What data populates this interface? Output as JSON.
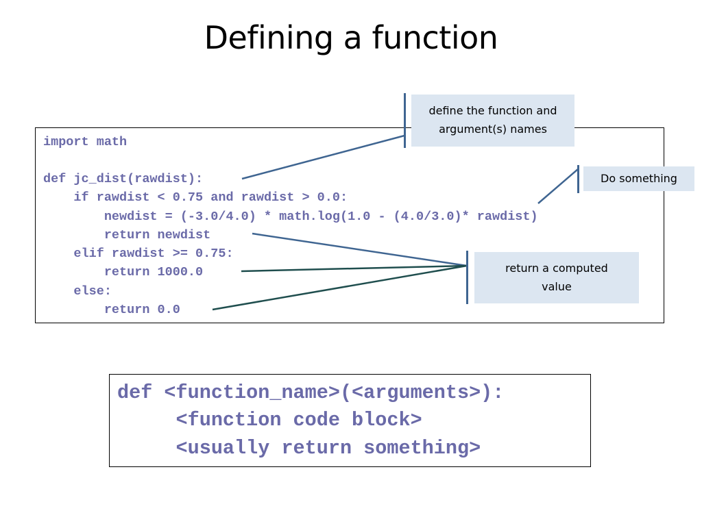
{
  "slide": {
    "title": "Defining a function"
  },
  "code": {
    "lines": [
      "import math",
      "",
      "def jc_dist(rawdist):",
      "    if rawdist < 0.75 and rawdist > 0.0:",
      "        newdist = (-3.0/4.0) * math.log(1.0 - (4.0/3.0)* rawdist)",
      "        return newdist",
      "    elif rawdist >= 0.75:",
      "        return 1000.0",
      "    else:",
      "        return 0.0"
    ]
  },
  "callouts": {
    "define": {
      "line1": "define the function and",
      "line2": "argument(s) names"
    },
    "do_something": {
      "line1": "Do something"
    },
    "return_value": {
      "line1": "return a computed",
      "line2": "value"
    }
  },
  "summary": {
    "lines": [
      "def <function_name>(<arguments>):",
      "     <function code block>",
      "     <usually return something>"
    ]
  },
  "colors": {
    "code_text": "#6a6aa8",
    "callout_fill": "#dce6f1",
    "callout_bar": "#3f6591",
    "connector": "#3f6591",
    "connector_dark": "#1f4e4e"
  }
}
